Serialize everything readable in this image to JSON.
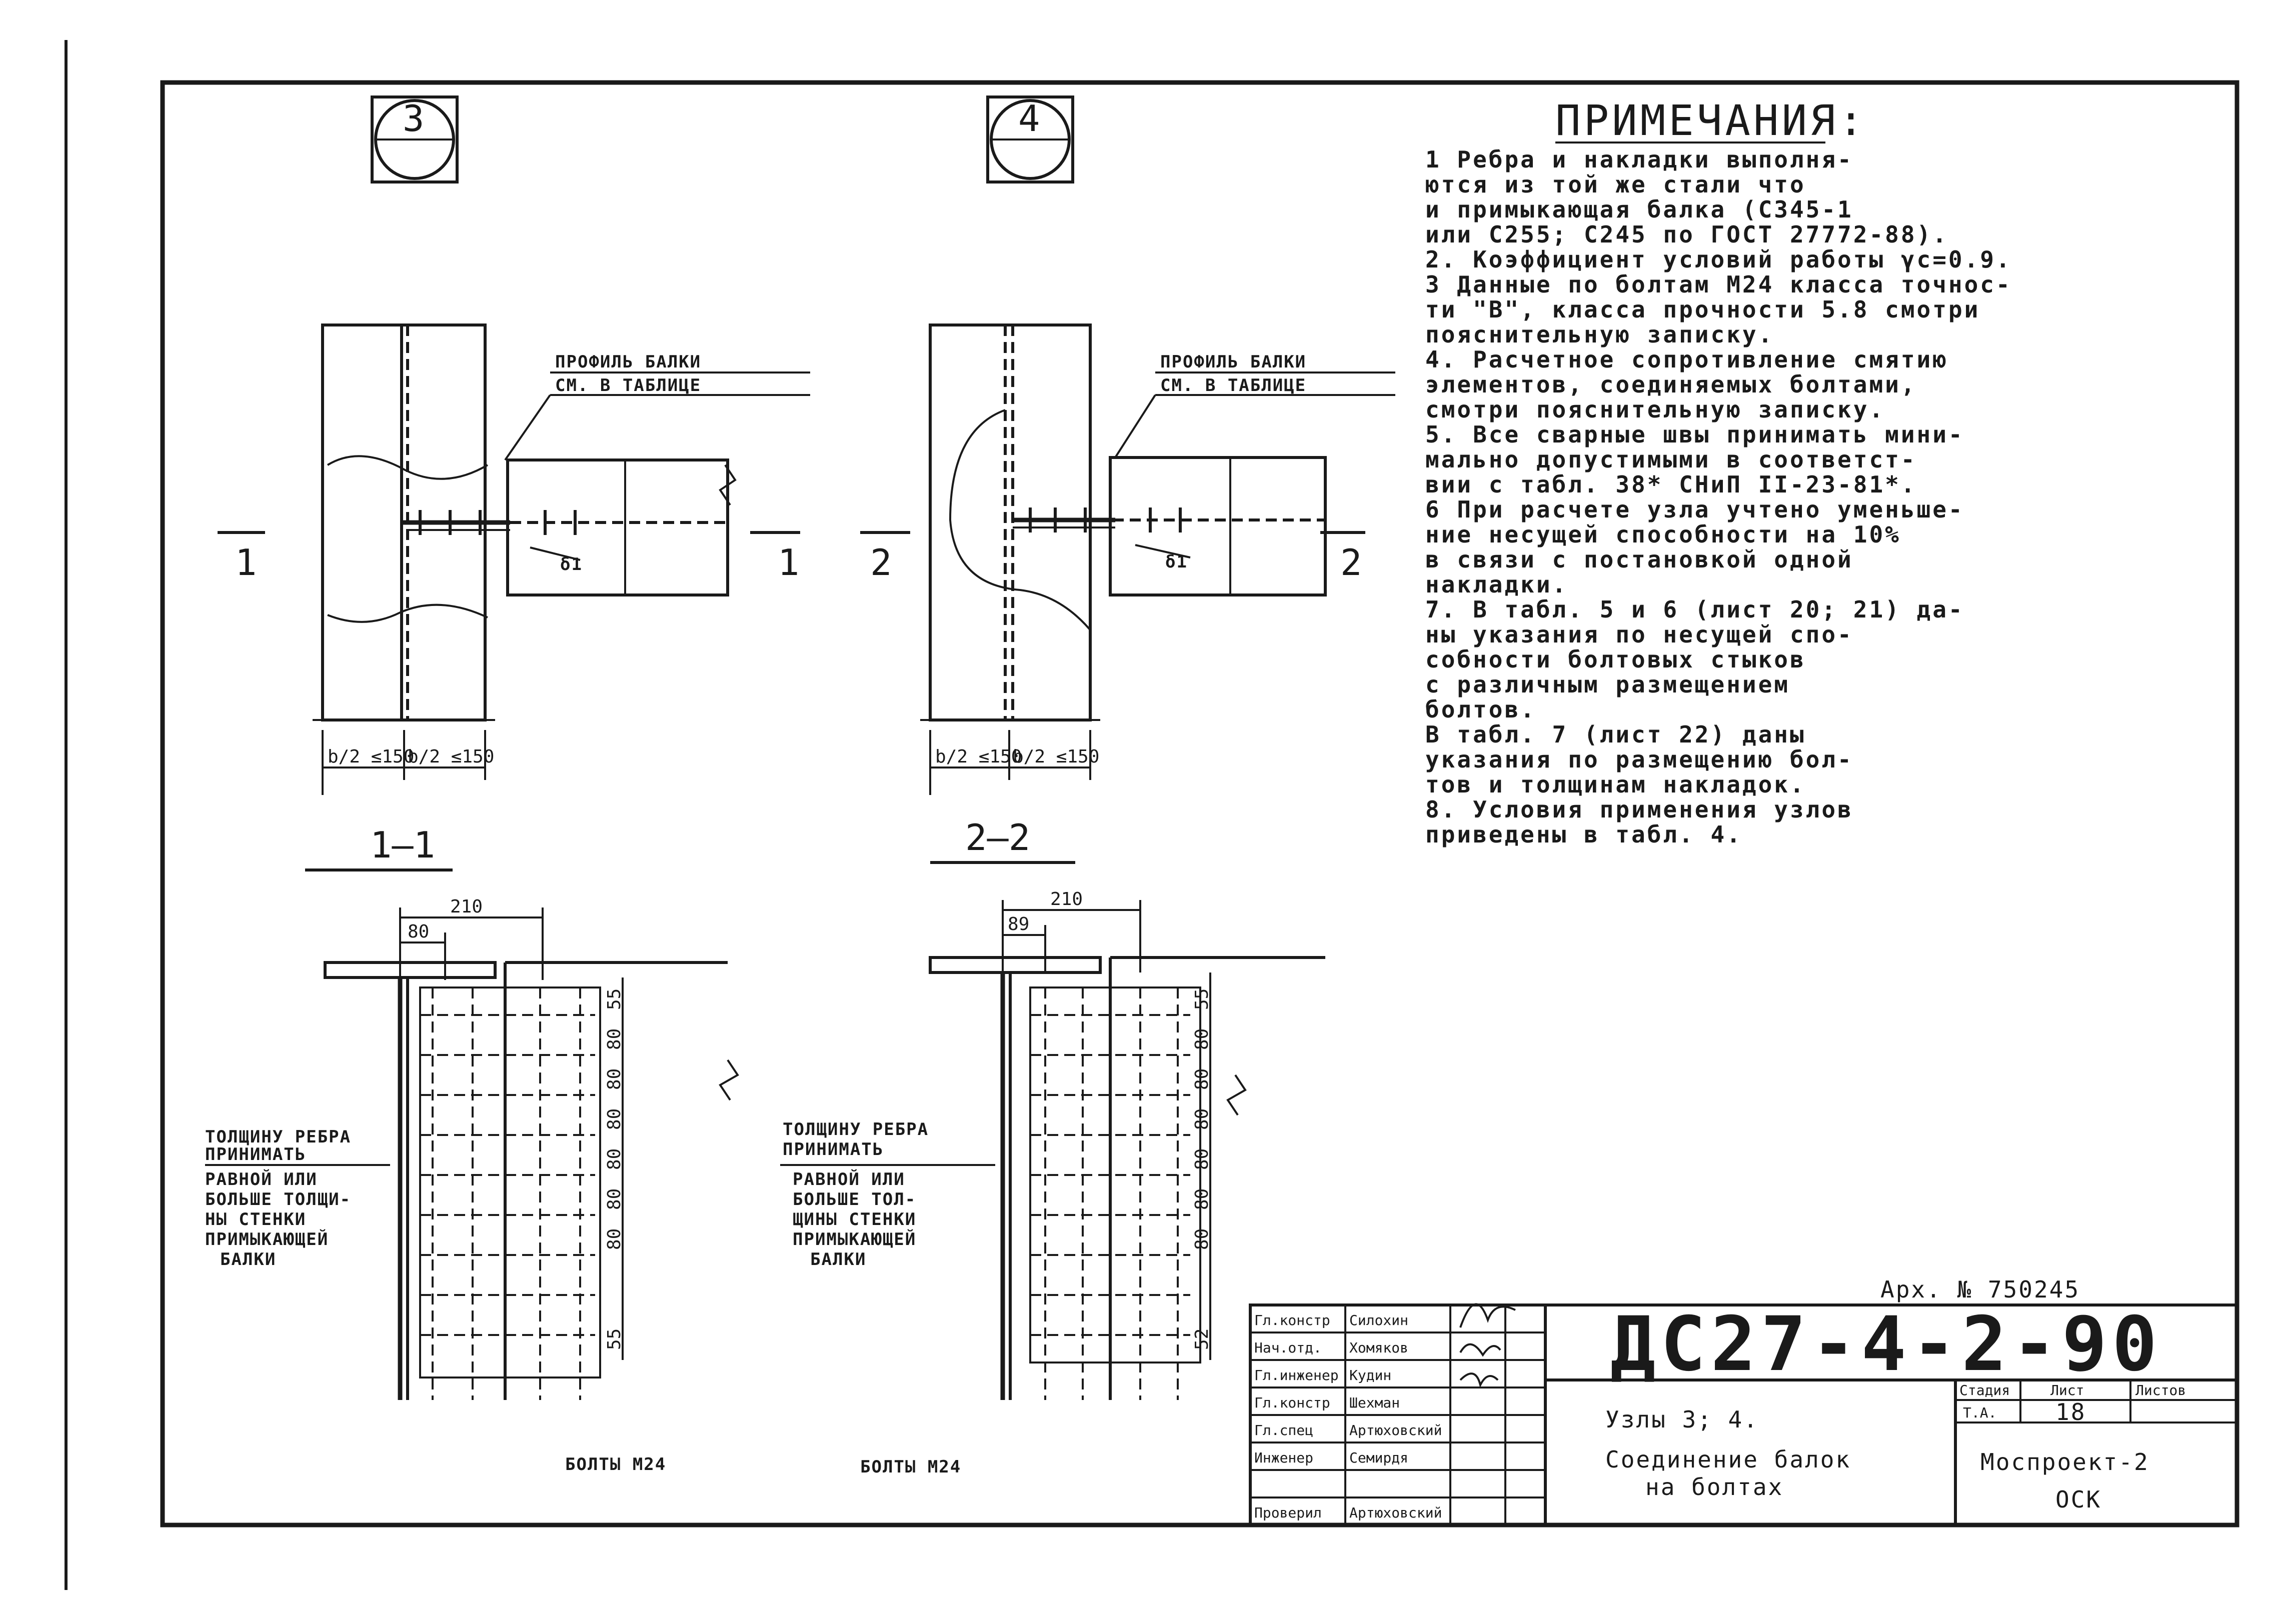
{
  "notes": {
    "title": "ПРИМЕЧАНИЯ:",
    "lines": [
      "1  Ребра и накладки выполня-",
      "   ются из той же стали что",
      "   и примыкающая балка (С345-1",
      "   или С255; С245 по ГОСТ 27772-88).",
      "2. Коэффициент условий работы γс=0.9.",
      "3  Данные по болтам М24 класса точнос-",
      "   ти \"В\", класса прочности 5.8 смотри",
      "   пояснительную записку.",
      "4. Расчетное сопротивление смятию",
      "   элементов, соединяемых болтами,",
      "   смотри пояснительную записку.",
      "5. Все сварные швы принимать мини-",
      "   мально допустимыми в соответст-",
      "   вии с табл. 38* СНиП II-23-81*.",
      "6  При расчете узла учтено уменьше-",
      "   ние несущей способности на 10%",
      "   в связи с постановкой одной",
      "   накладки.",
      "7. В табл. 5 и 6 (лист 20; 21) да-",
      "   ны указания по несущей спо-",
      "   собности болтовых стыков",
      "   с различным размещением",
      "   болтов.",
      "   В табл. 7 (лист 22) даны",
      "   указания по размещению бол-",
      "   тов и толщинам накладок.",
      "8. Условия применения узлов",
      "   приведены в табл. 4."
    ]
  },
  "nodes": {
    "node3": "3",
    "node4": "4"
  },
  "callouts": {
    "profile_line1": "ПРОФИЛЬ БАЛКИ",
    "profile_line2": "СМ. В ТАБЛИЦЕ",
    "delta": "δ1",
    "rib_left_1": "ТОЛЩИНУ РЕБРА",
    "rib_left_2": "ПРИНИМАТЬ",
    "rib_left_3": "РАВНОЙ ИЛИ",
    "rib_left_4": "БОЛЬШЕ ТОЛЩИ-",
    "rib_left_5": "НЫ СТЕНКИ",
    "rib_left_6": "ПРИМЫКАЮЩЕЙ",
    "rib_left_7": "БАЛКИ",
    "rib_right_3": "РАВНОЙ ИЛИ",
    "rib_right_4": "БОЛЬШЕ ТОЛ-",
    "rib_right_5": "ЩИНЫ СТЕНКИ",
    "rib_right_6": "ПРИМЫКАЮЩЕЙ",
    "rib_right_7": "БАЛКИ",
    "bolts": "БОЛТЫ М24"
  },
  "sections": {
    "cut1_left": "1",
    "cut1_right": "1",
    "cut2_left": "2",
    "cut2_right": "2",
    "section1": "1–1",
    "section2": "2–2"
  },
  "dimensions": {
    "half_b": "b/2 ≤150",
    "width_210": "210",
    "first_80": "80",
    "first_89": "89",
    "pitch": "80",
    "edge_55": "55",
    "edge_55_b": "55",
    "edge_52": "52"
  },
  "title_block": {
    "archive": "Арх. № 750245",
    "drawing_code": "ДС27-4-2-90",
    "roles": [
      "Гл.констр",
      "Нач.отд.",
      "Гл.инженер",
      "Гл.констр",
      "Гл.спец",
      "Инженер",
      "",
      "Проверил"
    ],
    "names": [
      "Силохин",
      "Хомяков",
      "Кудин",
      "Шехман",
      "Артюховский",
      "Семирдя",
      "",
      "Артюховский"
    ],
    "description_line1": "Узлы 3; 4.",
    "description_line2": "Соединение балок",
    "description_line3": "на болтах",
    "stage_label": "Стадия",
    "sheet_label": "Лист",
    "sheets_label": "Листов",
    "stage_value": "Т.А.",
    "sheet_value": "18",
    "org_line1": "Моспроект-2",
    "org_line2": "ОСК"
  }
}
